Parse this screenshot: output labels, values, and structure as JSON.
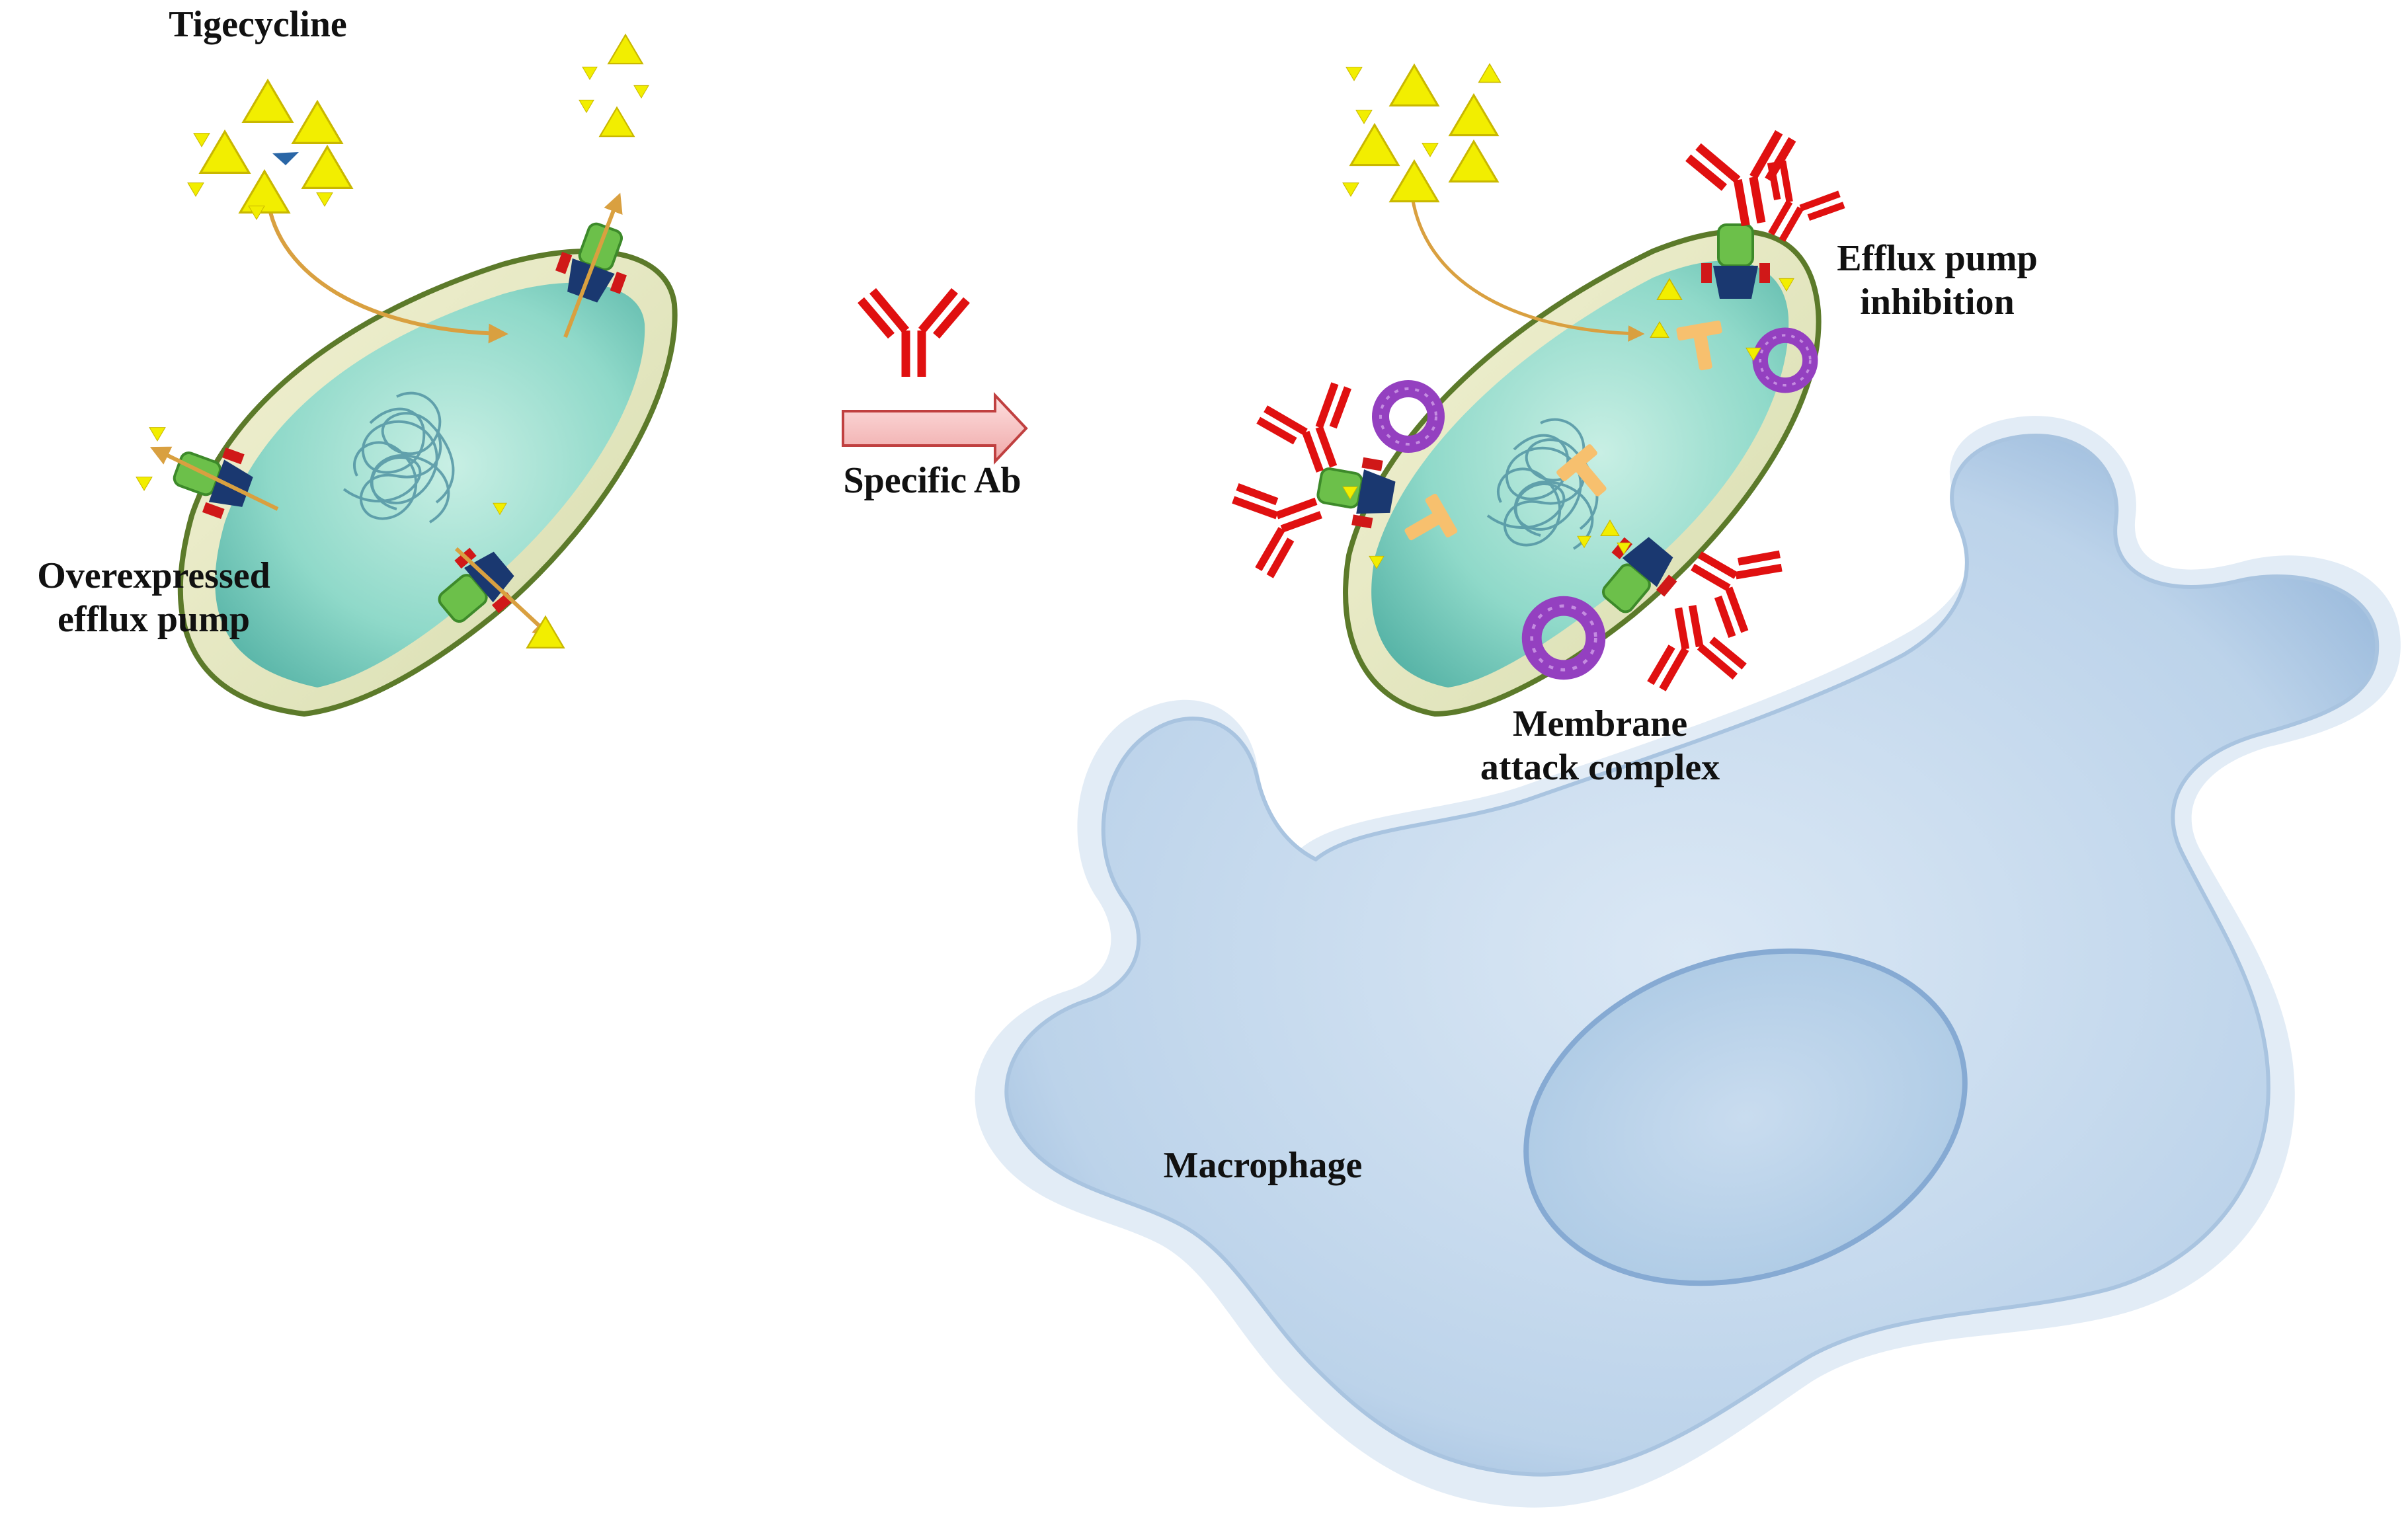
{
  "labels": {
    "tigecycline": "Tigecycline",
    "overexpressed_line1": "Overexpressed",
    "overexpressed_line2": "efflux pump",
    "specific_ab": "Specific Ab",
    "efflux_inhibition_line1": "Efflux pump",
    "efflux_inhibition_line2": "inhibition",
    "mac_line1": "Membrane",
    "mac_line2": "attack complex",
    "macrophage": "Macrophage"
  },
  "colors": {
    "antibody": "#e01010",
    "drug": "#f2ee00",
    "cell_fill": "#86d6c8",
    "cell_wall": "#5c7a2a",
    "pump_green": "#6cc04a",
    "pump_navy": "#1a3870",
    "arrow_orange": "#d9a040",
    "mac_purple": "#9440c0",
    "inhibitor": "#f7c06e",
    "macrophage": "#c6d9ec"
  }
}
